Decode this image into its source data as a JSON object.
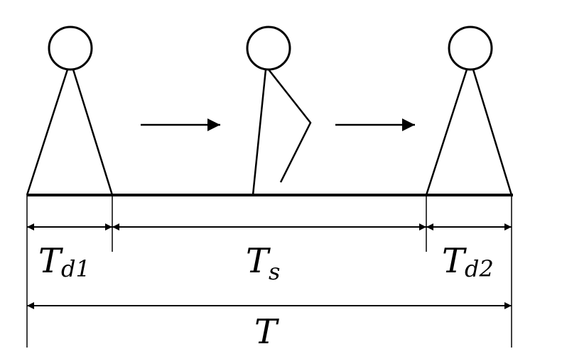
{
  "labels": {
    "td1": {
      "main": "T",
      "sub": "d1"
    },
    "ts": {
      "main": "T",
      "sub": "s"
    },
    "td2": {
      "main": "T",
      "sub": "d2"
    },
    "t": {
      "main": "T"
    }
  },
  "colors": {
    "stroke": "#000000",
    "background": "#ffffff"
  }
}
